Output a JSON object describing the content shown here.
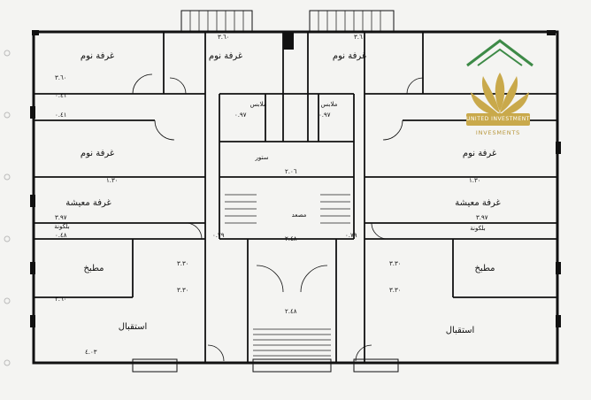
{
  "rooms": {
    "bedroom": "غرفة نوم",
    "living": "غرفة معيشة",
    "kitchen": "مطبخ",
    "reception": "استقبال",
    "clothes": "ملابس",
    "store": "ستور",
    "elevator": "مصعد",
    "balcony": "بلكونة"
  },
  "dims": {
    "d360": "٣.٦٠",
    "d397": "٣.٩٧",
    "d403": "٤.٠٣",
    "d330": "٣.٣٠",
    "d248": "٢.٤٨",
    "d206": "٢.٠٦",
    "d130": "١.٣٠",
    "d097": "٠.٩٧",
    "d041": "٠.٤١",
    "d048": "٠.٤٨",
    "d079": "٠.٧٩"
  },
  "brand": {
    "name": "UNITED INVESTMENT",
    "sub": "INVESMENTS",
    "color_gold": "#c9a94b",
    "color_green": "#3d8a47"
  }
}
